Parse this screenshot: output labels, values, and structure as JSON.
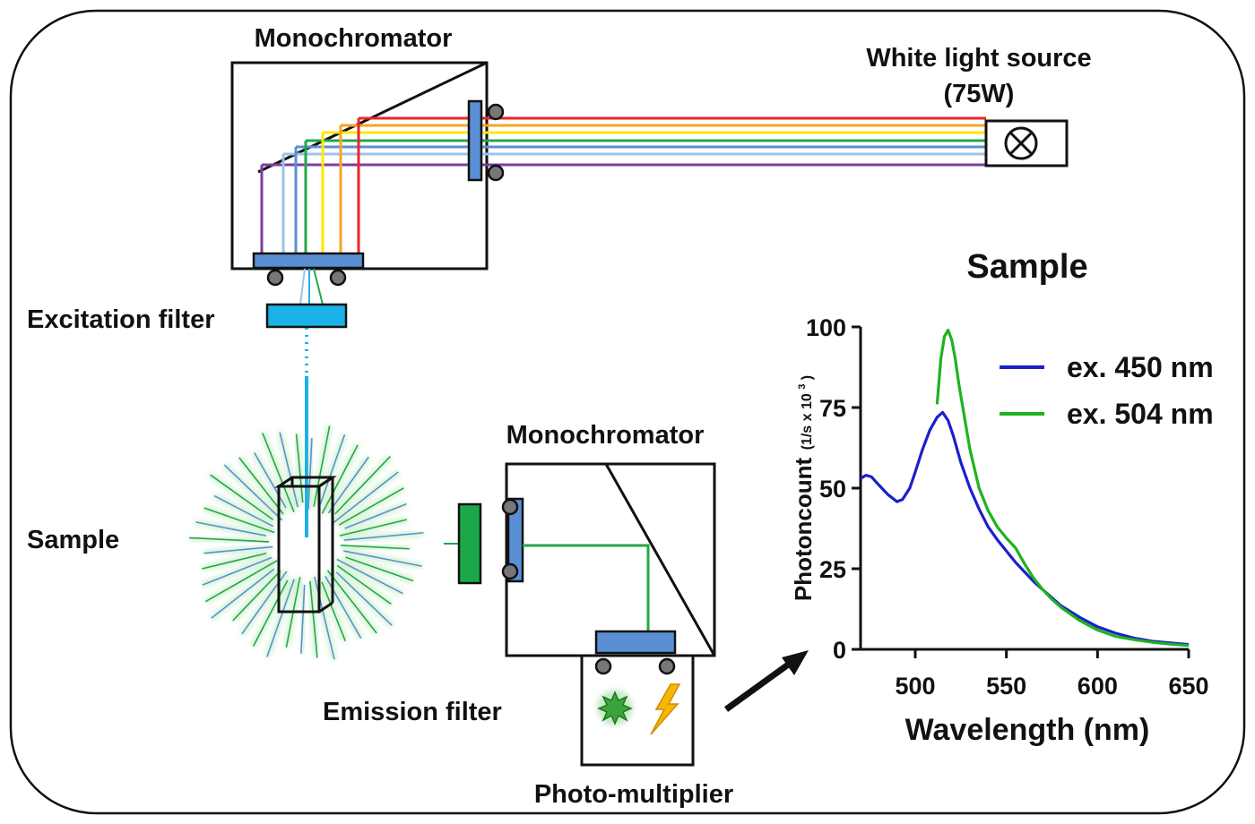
{
  "labels": {
    "monochromator_top": "Monochromator",
    "white_light_source": "White light source",
    "white_light_power": "(75W)",
    "excitation_filter": "Excitation filter",
    "sample_left": "Sample",
    "monochromator_bottom": "Monochromator",
    "emission_filter": "Emission filter",
    "photo_multiplier": "Photo-multiplier"
  },
  "colors": {
    "red": "#e8262b",
    "orange": "#f5a623",
    "yellow": "#ffe600",
    "green": "#22a84a",
    "blue_light": "#9bc4e8",
    "blue": "#5b8fd4",
    "purple": "#7b3fa0",
    "grating": "#5b8fd4",
    "excitation_filter": "#1ab2e8",
    "emission_filter": "#1aa84a",
    "series_450": "#1a1fcc",
    "series_504": "#1fb21f",
    "spark": "#3aa33a",
    "bolt": "#f5b800"
  },
  "icons": {
    "lamp": "lamp-cross-icon",
    "burst": "photon-burst-icon",
    "bolt": "lightning-bolt-icon",
    "arrow": "arrow-icon"
  },
  "chart_data": {
    "type": "line",
    "title": "Sample",
    "xlabel": "Wavelength (nm)",
    "ylabel": "Photoncount",
    "ylabel_unit_prefix": "(1/s x 10",
    "ylabel_unit_sup": "3",
    "ylabel_unit_suffix": ")",
    "xlim": [
      470,
      650
    ],
    "ylim": [
      0,
      100
    ],
    "xticks": [
      500,
      550,
      600,
      650
    ],
    "yticks": [
      0,
      25,
      50,
      75,
      100
    ],
    "legend_position": "top-right",
    "grid": false,
    "series": [
      {
        "name": "ex. 450 nm",
        "color": "#1a1fcc",
        "x": [
          470,
          473,
          476,
          480,
          485,
          490,
          493,
          497,
          500,
          504,
          508,
          512,
          515,
          518,
          521,
          525,
          530,
          535,
          540,
          545,
          550,
          555,
          560,
          565,
          570,
          575,
          580,
          590,
          600,
          610,
          620,
          630,
          640,
          650
        ],
        "y": [
          53,
          54,
          53.5,
          51,
          48,
          45.8,
          46.5,
          50,
          55,
          62,
          68,
          72,
          73.5,
          71,
          66,
          58,
          50,
          43.5,
          38,
          34,
          30.5,
          27,
          24,
          21,
          18.5,
          16,
          13.5,
          10,
          7,
          5,
          3.5,
          2.5,
          2,
          1.5
        ]
      },
      {
        "name": "ex. 504 nm",
        "color": "#1fb21f",
        "x": [
          512,
          514,
          516,
          518,
          520,
          522,
          524,
          527,
          530,
          535,
          540,
          545,
          550,
          555,
          560,
          565,
          570,
          575,
          580,
          590,
          600,
          610,
          620,
          630,
          640,
          650
        ],
        "y": [
          76,
          90,
          97,
          99,
          96,
          90,
          82,
          72,
          62,
          50,
          43,
          38,
          34.5,
          31.5,
          26.5,
          22,
          18.5,
          15.5,
          13,
          9,
          6,
          4,
          3,
          2.2,
          1.6,
          1.2
        ]
      }
    ]
  }
}
